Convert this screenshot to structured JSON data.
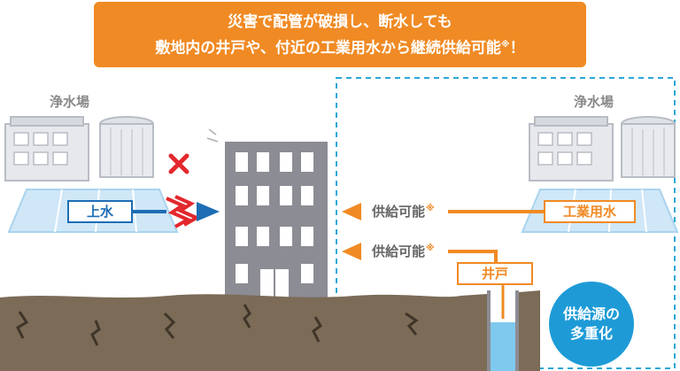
{
  "banner": {
    "line1": "災害で配管が破損し、断水しても",
    "line2": "敷地内の井戸や、付近の工業用水から継続供給可能",
    "note_mark": "※",
    "exclaim": "！"
  },
  "left_plant": {
    "label": "浄水場",
    "pipe_label": "上水"
  },
  "right_plant": {
    "label": "浄水場",
    "pipe_label": "工業用水"
  },
  "supply_upper": {
    "text": "供給可能",
    "note_mark": "※"
  },
  "supply_lower": {
    "text": "供給可能",
    "note_mark": "※"
  },
  "well_label": "井戸",
  "badge": {
    "line1": "供給源の",
    "line2": "多重化"
  },
  "colors": {
    "orange": "#f08a24",
    "blue": "#1e6db5",
    "cyan": "#1e9bd7",
    "ground": "#7b6b57",
    "building": "#8c8c94"
  }
}
